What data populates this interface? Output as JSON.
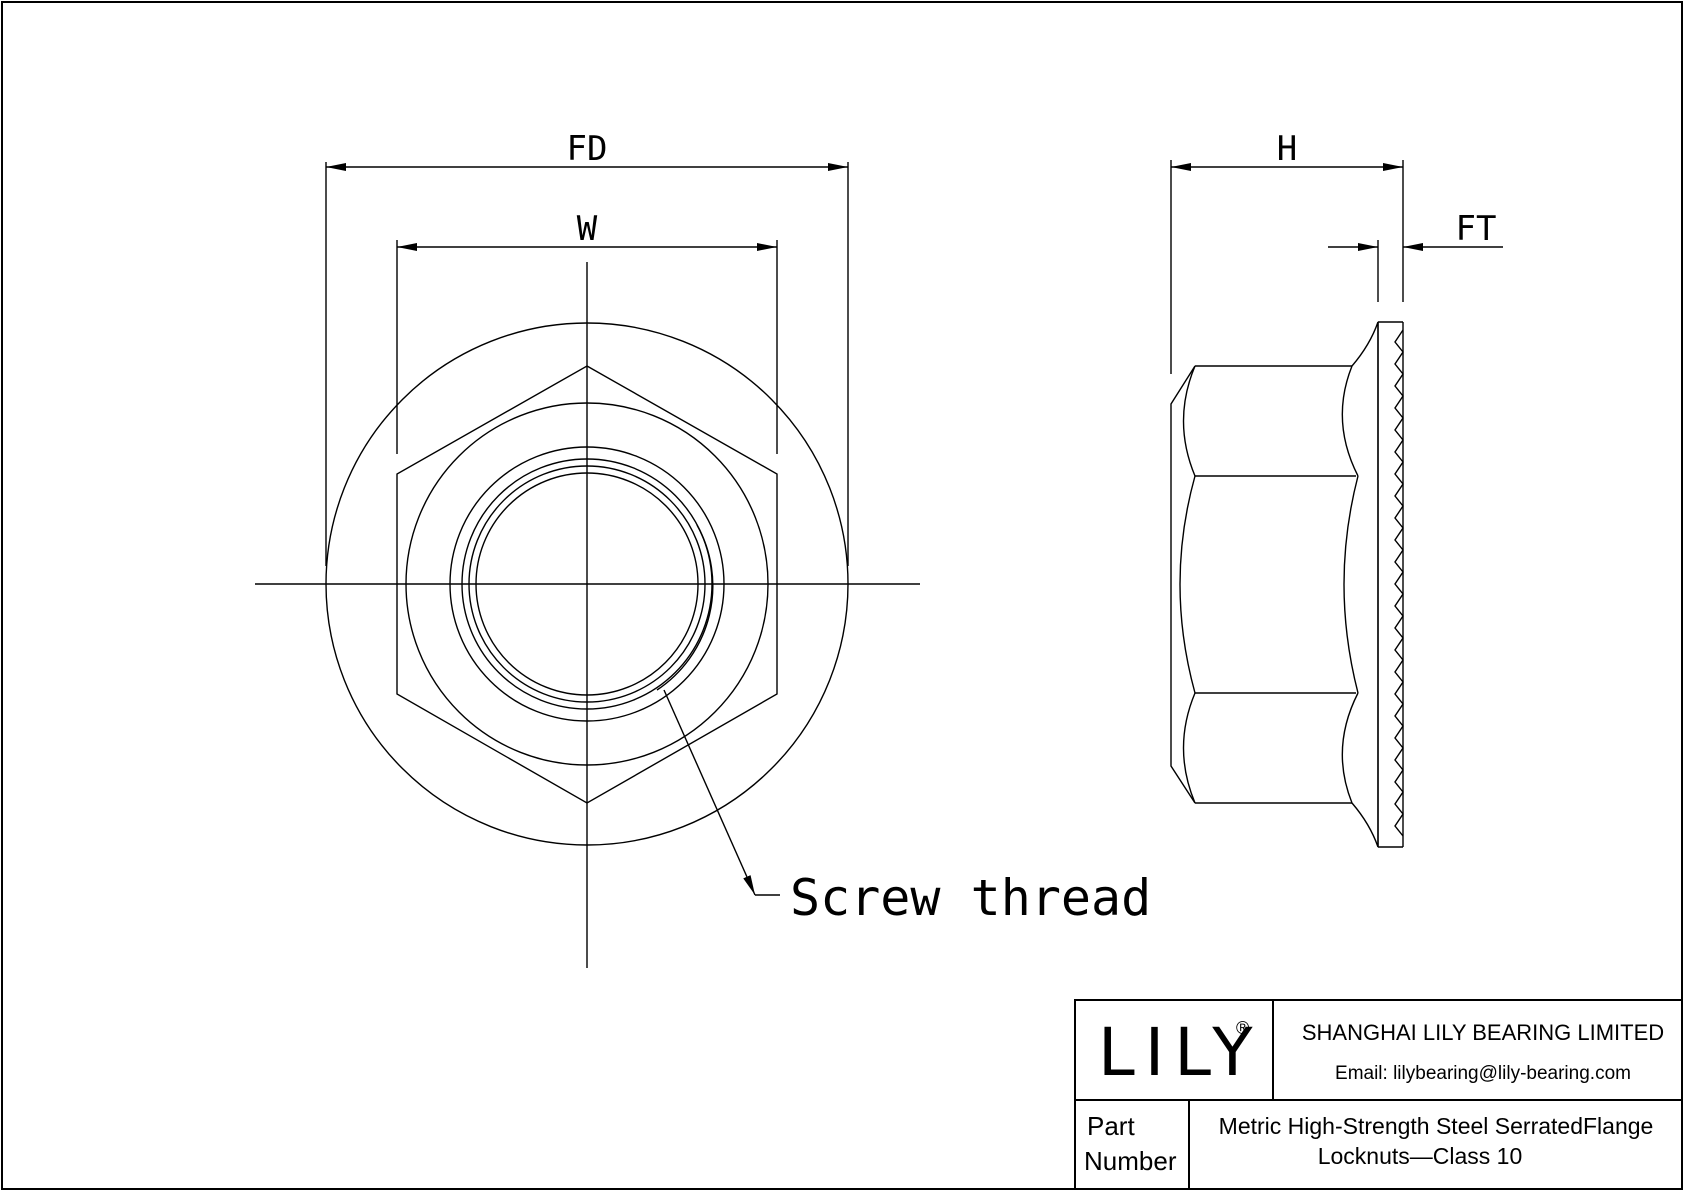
{
  "dimensions": {
    "fd_label": "FD",
    "w_label": "W",
    "h_label": "H",
    "ft_label": "FT"
  },
  "callout": {
    "label": "Screw thread"
  },
  "title_block": {
    "logo_text": "LILY",
    "logo_mark": "®",
    "company_name": "SHANGHAI LILY BEARING LIMITED",
    "email": "Email: lilybearing@lily-bearing.com",
    "part_label_line1": "Part",
    "part_label_line2": "Number",
    "description_line1": "Metric High-Strength Steel SerratedFlange",
    "description_line2": "Locknuts—Class 10"
  }
}
